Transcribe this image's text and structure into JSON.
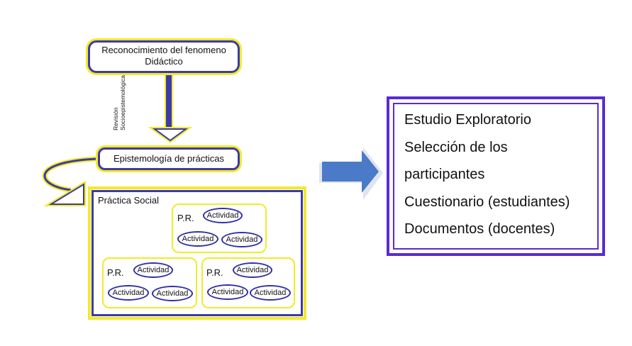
{
  "diagram": {
    "top_node": {
      "line1": "Reconocimiento del fenomeno",
      "line2": "Didáctico"
    },
    "connector_label": {
      "line1": "Revisión",
      "line2": "Socioepistemológica"
    },
    "middle_node": "Epistemología de prácticas",
    "social_box": {
      "title": "Práctica Social",
      "groups": [
        {
          "label": "P.R.",
          "activities": [
            "Actividad",
            "Actividad",
            "Actividad"
          ]
        },
        {
          "label": "P.R.",
          "activities": [
            "Actividad",
            "Actividad",
            "Actividad"
          ]
        },
        {
          "label": "P.R.",
          "activities": [
            "Actividad",
            "Actividad",
            "Actividad"
          ]
        }
      ]
    }
  },
  "summary": {
    "lines": [
      "Estudio Exploratorio",
      "Selección de los",
      "participantes",
      "Cuestionario (estudiantes)",
      "Documentos (docentes)"
    ]
  },
  "colors": {
    "yellow": "#f2ea2a",
    "blue": "#3b3ba8",
    "purple": "#5a2bd0",
    "arrow": "#4a7ac8"
  }
}
